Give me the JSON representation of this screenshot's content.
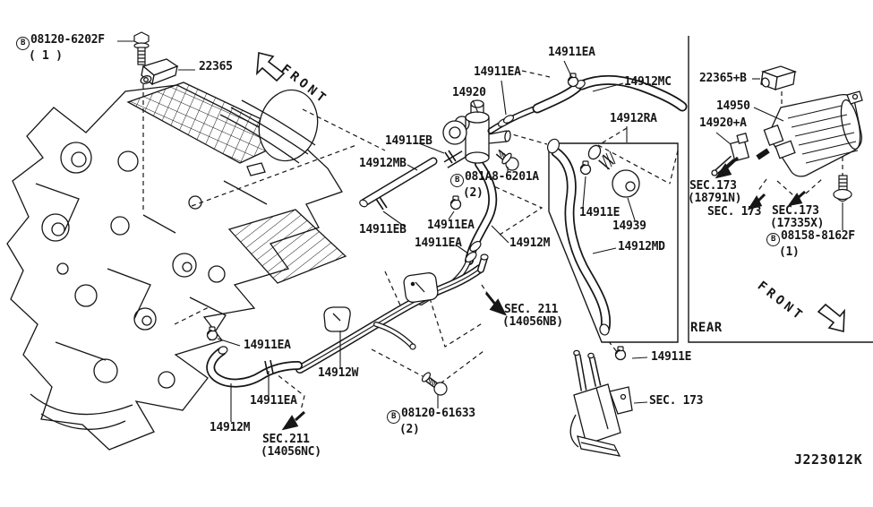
{
  "diagram_code": "J223012K",
  "orientation": {
    "front_top": "FRONT",
    "front_bottom": "FRONT",
    "rear": "REAR"
  },
  "callouts": {
    "bolt_top": {
      "prefix": "B",
      "text": "08120-6202F",
      "qty": "( 1 )"
    },
    "sensor_22365": {
      "text": "22365"
    },
    "clip_top_center": {
      "text": "14911EA"
    },
    "clip_top_right": {
      "text": "14911EA"
    },
    "valve_14920": {
      "text": "14920"
    },
    "hose_14912mc": {
      "text": "14912MC"
    },
    "hose_14912ra": {
      "text": "14912RA"
    },
    "clamp_14911eb_a": {
      "text": "14911EB"
    },
    "hose_14912mb": {
      "text": "14912MB"
    },
    "screw_081a8": {
      "prefix": "B",
      "text": "081A8-6201A",
      "qty": "(2)"
    },
    "clamp_14911eb_b": {
      "text": "14911EB"
    },
    "clip_mid_a": {
      "text": "14911EA"
    },
    "clip_mid_b": {
      "text": "14911EA"
    },
    "hose_14912m_mid": {
      "text": "14912M"
    },
    "clip_14911e_box": {
      "text": "14911E"
    },
    "valve_14939": {
      "text": "14939"
    },
    "hose_14912md": {
      "text": "14912MD"
    },
    "sec211_nb": {
      "text": "SEC. 211",
      "qty": "(14056NB)"
    },
    "clip_bl_a": {
      "text": "14911EA"
    },
    "clip_bl_b": {
      "text": "14911EA"
    },
    "hose_14912m_bl": {
      "text": "14912M"
    },
    "tube_14912w": {
      "text": "14912W"
    },
    "sec211_nc": {
      "text": "SEC.211",
      "qty": "(14056NC)"
    },
    "screw_61633": {
      "prefix": "B",
      "text": "08120-61633",
      "qty": "(2)"
    },
    "clip_14911e_br": {
      "text": "14911E"
    },
    "sec173_br": {
      "text": "SEC. 173"
    },
    "sensor_22365b": {
      "text": "22365+B"
    },
    "canister_14950": {
      "text": "14950"
    },
    "valve_14920a": {
      "text": "14920+A"
    },
    "sec173_18791n": {
      "text": "SEC.173",
      "qty": "(18791N)"
    },
    "sec173_plain": {
      "text": "SEC. 173"
    },
    "sec173_17335x": {
      "text": "SEC.173",
      "qty": "(17335X)"
    },
    "screw_08158": {
      "prefix": "B",
      "text": "08158-8162F",
      "qty": "(1)"
    }
  }
}
